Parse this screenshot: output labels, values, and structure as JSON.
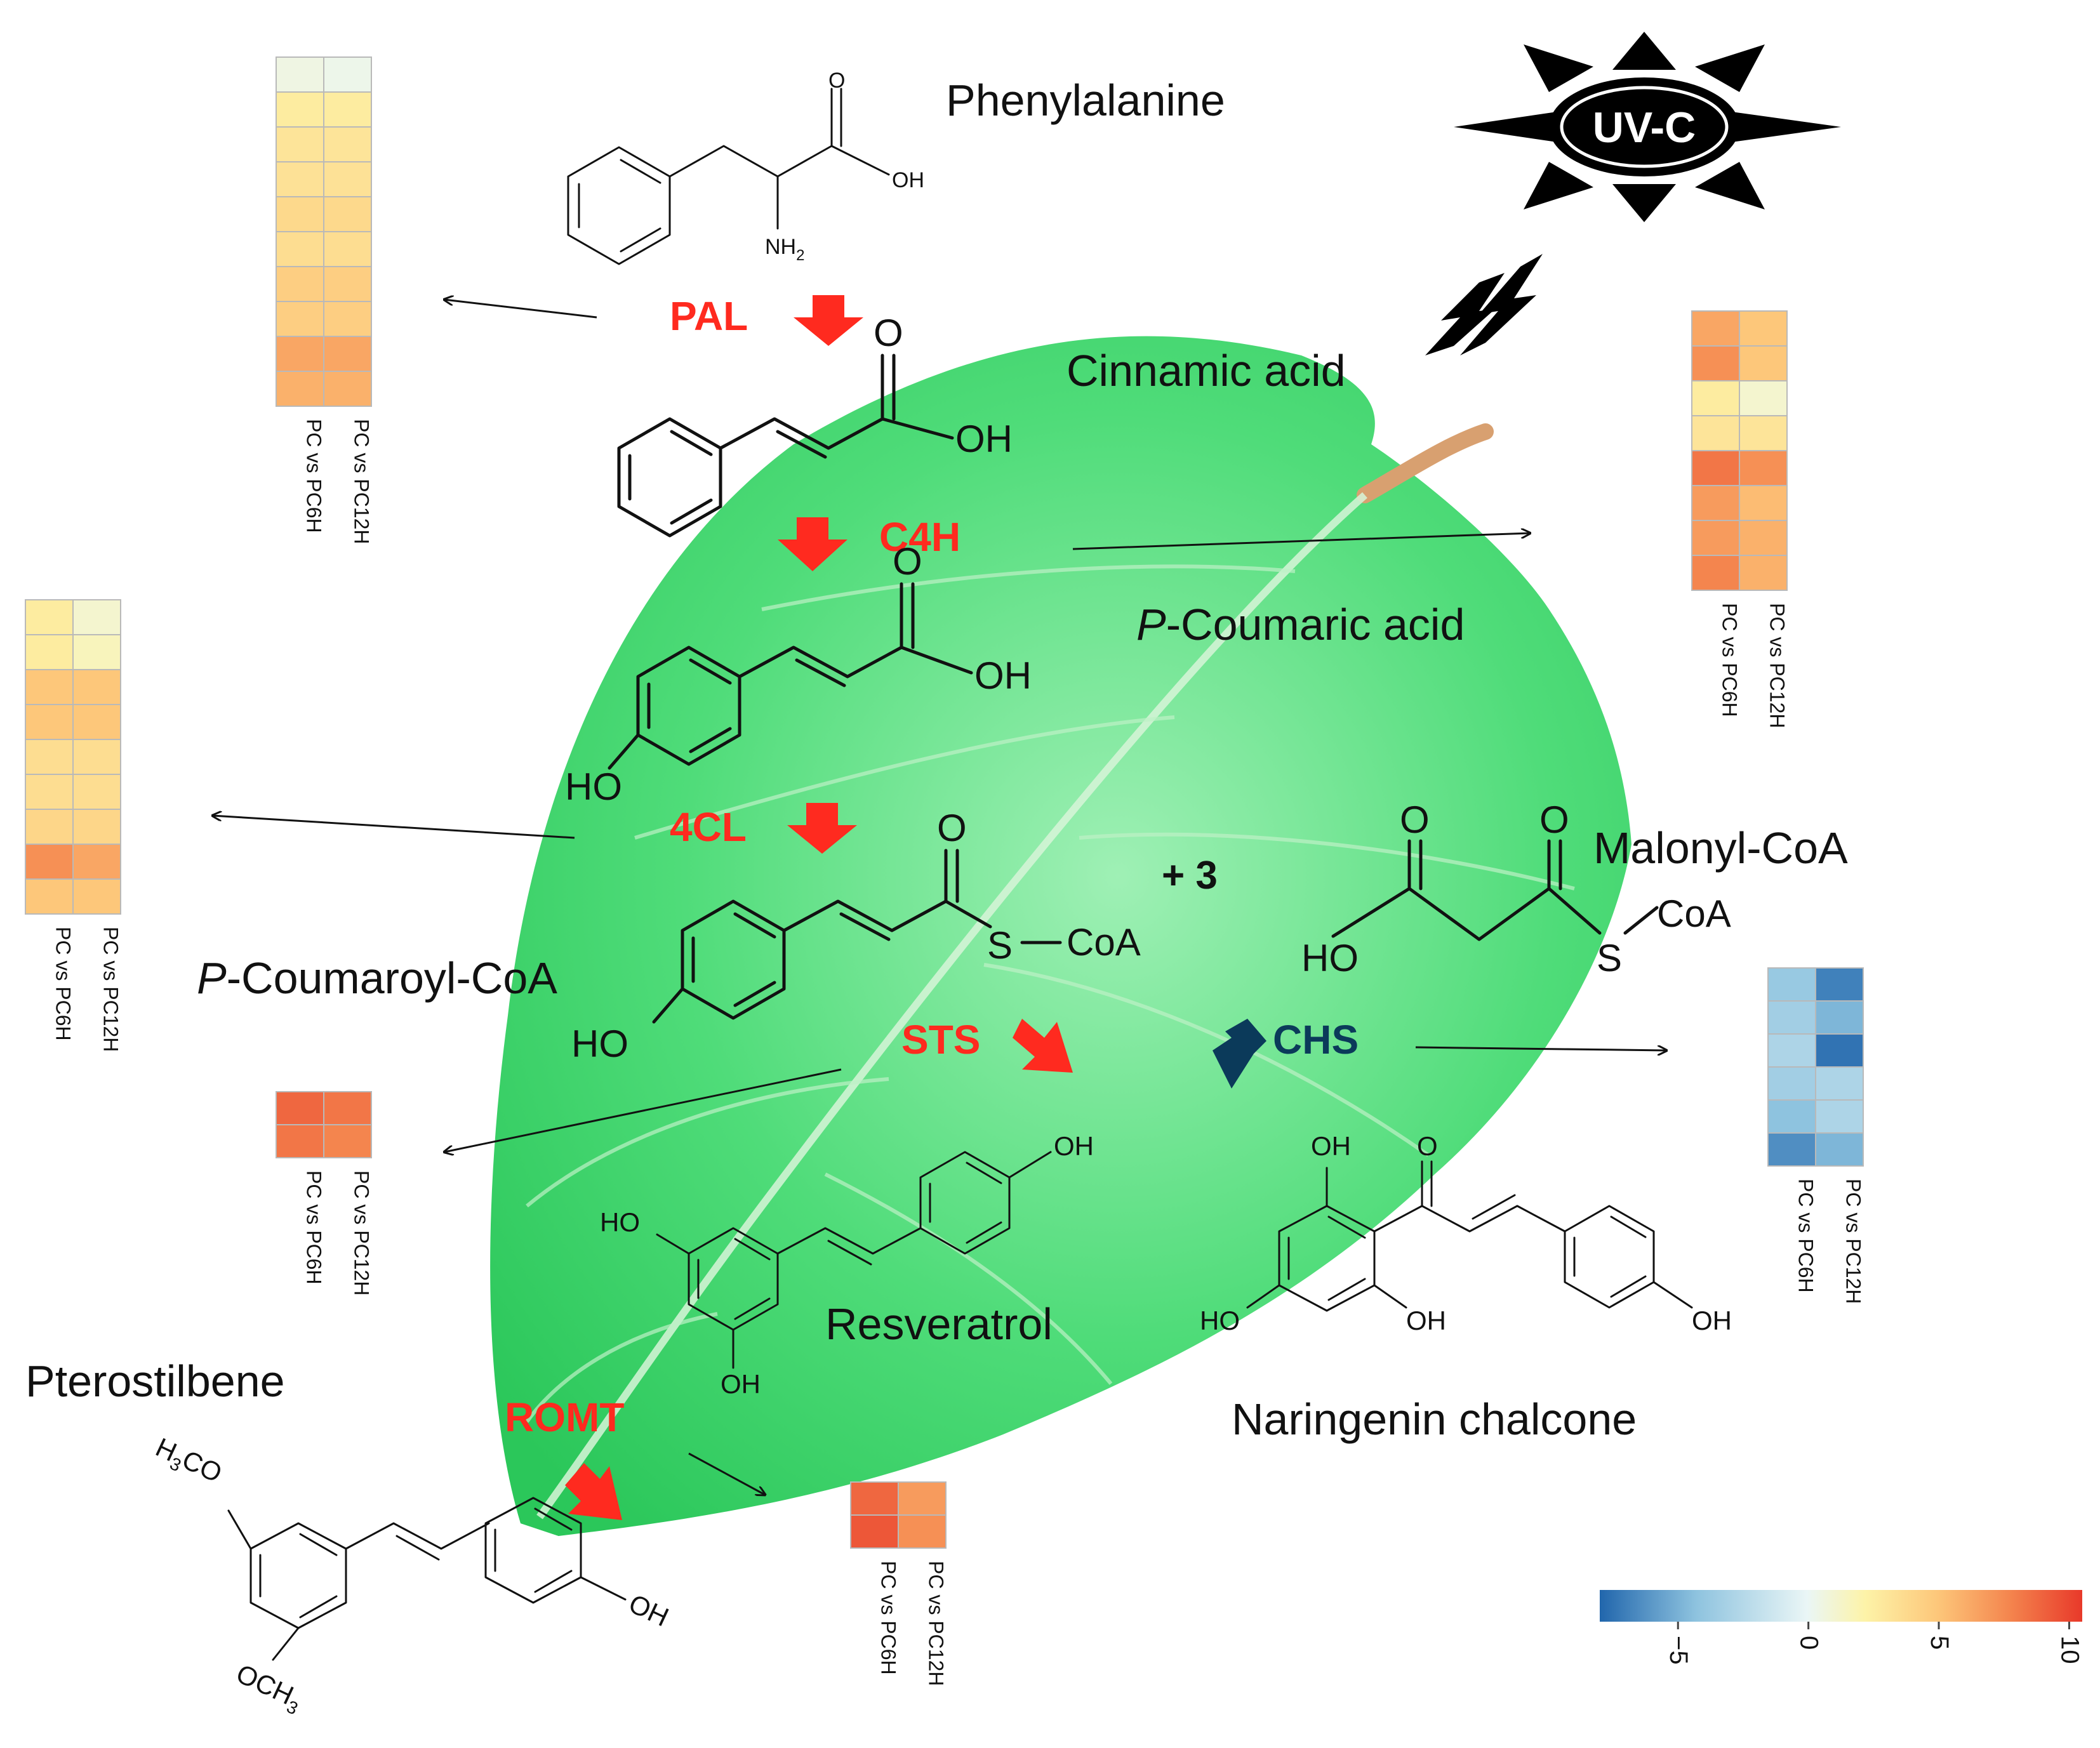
{
  "colors": {
    "enzyme_up": "#ff2a1f",
    "enzyme_down": "#0b3a5a",
    "leaf_light": "#9ff0b5",
    "leaf_mid": "#4fdc79",
    "leaf_dark": "#2bc75a",
    "scale": [
      "#2166ac",
      "#8ec3df",
      "#eaf6f6",
      "#fdf3a8",
      "#fdc77a",
      "#f4854e",
      "#e8392a"
    ]
  },
  "uv": {
    "label": "UV-C"
  },
  "compounds": {
    "phenylalanine": "Phenylalanine",
    "cinnamic": "Cinnamic acid",
    "pcoumaric_prefix": "P",
    "pcoumaric_rest": "-Coumaric acid",
    "pcoumaroyl_prefix": "P",
    "pcoumaroyl_rest": "-Coumaroyl-CoA",
    "malonyl": "Malonyl-CoA",
    "plus3": "+ 3",
    "resveratrol": "Resveratrol",
    "pterostilbene": "Pterostilbene",
    "naringenin": "Naringenin chalcone"
  },
  "enzymes": {
    "pal": "PAL",
    "c4h": "C4H",
    "fourcl": "4CL",
    "sts": "STS",
    "chs": "CHS",
    "romt": "ROMT"
  },
  "atoms": {
    "o": "O",
    "oh": "OH",
    "ho": "HO",
    "nh2_n": "NH",
    "nh2_sub": "2",
    "s": "S",
    "coa": "CoA",
    "h3co_h": "H",
    "h3co_sub": "3",
    "h3co_co": "CO",
    "och3_och": "OCH",
    "och3_sub": "3"
  },
  "heatmaps": {
    "columns": [
      "PC vs PC6H",
      "PC vs PC12H"
    ],
    "pal": [
      [
        0.5,
        0.3
      ],
      [
        2.5,
        2.5
      ],
      [
        3,
        3
      ],
      [
        3.2,
        3.2
      ],
      [
        3.8,
        3.8
      ],
      [
        3.5,
        3.5
      ],
      [
        4.5,
        4.5
      ],
      [
        4.5,
        4.5
      ],
      [
        6.5,
        6.5
      ],
      [
        6,
        6
      ]
    ],
    "c4h": [
      [
        6.5,
        5
      ],
      [
        7.5,
        5
      ],
      [
        2.5,
        1
      ],
      [
        3,
        3
      ],
      [
        8.5,
        7.5
      ],
      [
        7,
        5.5
      ],
      [
        7,
        6
      ],
      [
        8,
        6
      ]
    ],
    "fourcl": [
      [
        2.5,
        1
      ],
      [
        2.5,
        1.5
      ],
      [
        5,
        5
      ],
      [
        5,
        5
      ],
      [
        3.5,
        3.5
      ],
      [
        3.5,
        3.5
      ],
      [
        4,
        4
      ],
      [
        7.5,
        6.5
      ],
      [
        5,
        5
      ]
    ],
    "sts": [
      [
        9,
        8.5
      ],
      [
        8.5,
        8
      ]
    ],
    "chs": [
      [
        -4,
        -7
      ],
      [
        -3.5,
        -5
      ],
      [
        -3,
        -7.5
      ],
      [
        -3.5,
        -3
      ],
      [
        -4.5,
        -3
      ],
      [
        -6.5,
        -5
      ]
    ],
    "romt": [
      [
        9,
        7
      ],
      [
        9.5,
        7.5
      ]
    ]
  },
  "colorbar": {
    "min": -8,
    "max": 10.5,
    "ticks": [
      {
        "v": -5,
        "t": "−5"
      },
      {
        "v": 0,
        "t": "0"
      },
      {
        "v": 5,
        "t": "5"
      },
      {
        "v": 10,
        "t": "10"
      }
    ]
  }
}
